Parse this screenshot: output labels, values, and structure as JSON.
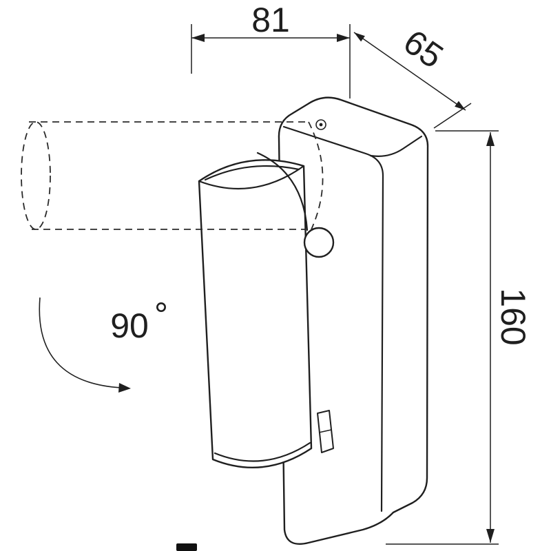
{
  "canvas": {
    "background": "#ffffff",
    "line_color": "#1f1f1f"
  },
  "dimensions": {
    "width_label": "81",
    "depth_label": "65",
    "height_label": "160"
  },
  "rotation": {
    "angle_label": "90",
    "degree_symbol": "°"
  }
}
